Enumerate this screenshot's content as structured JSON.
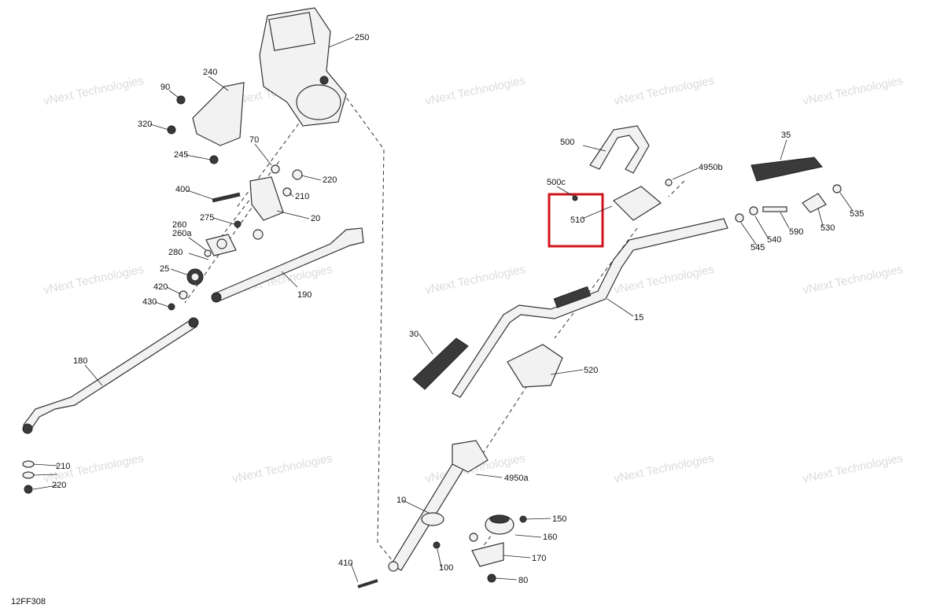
{
  "diagram": {
    "code": "12FF308",
    "watermark": "vNext Technologies",
    "highlight_color": "#d0141b",
    "callouts": [
      "250",
      "240",
      "90",
      "320",
      "245",
      "70",
      "220",
      "400",
      "210",
      "20",
      "275",
      "260",
      "260a",
      "280",
      "25",
      "420",
      "430",
      "190",
      "180",
      "210",
      "220",
      "500",
      "500c",
      "510",
      "4950b",
      "35",
      "535",
      "530",
      "590",
      "540",
      "545",
      "15",
      "30",
      "520",
      "4950a",
      "10",
      "150",
      "160",
      "170",
      "410",
      "100",
      "80"
    ]
  }
}
